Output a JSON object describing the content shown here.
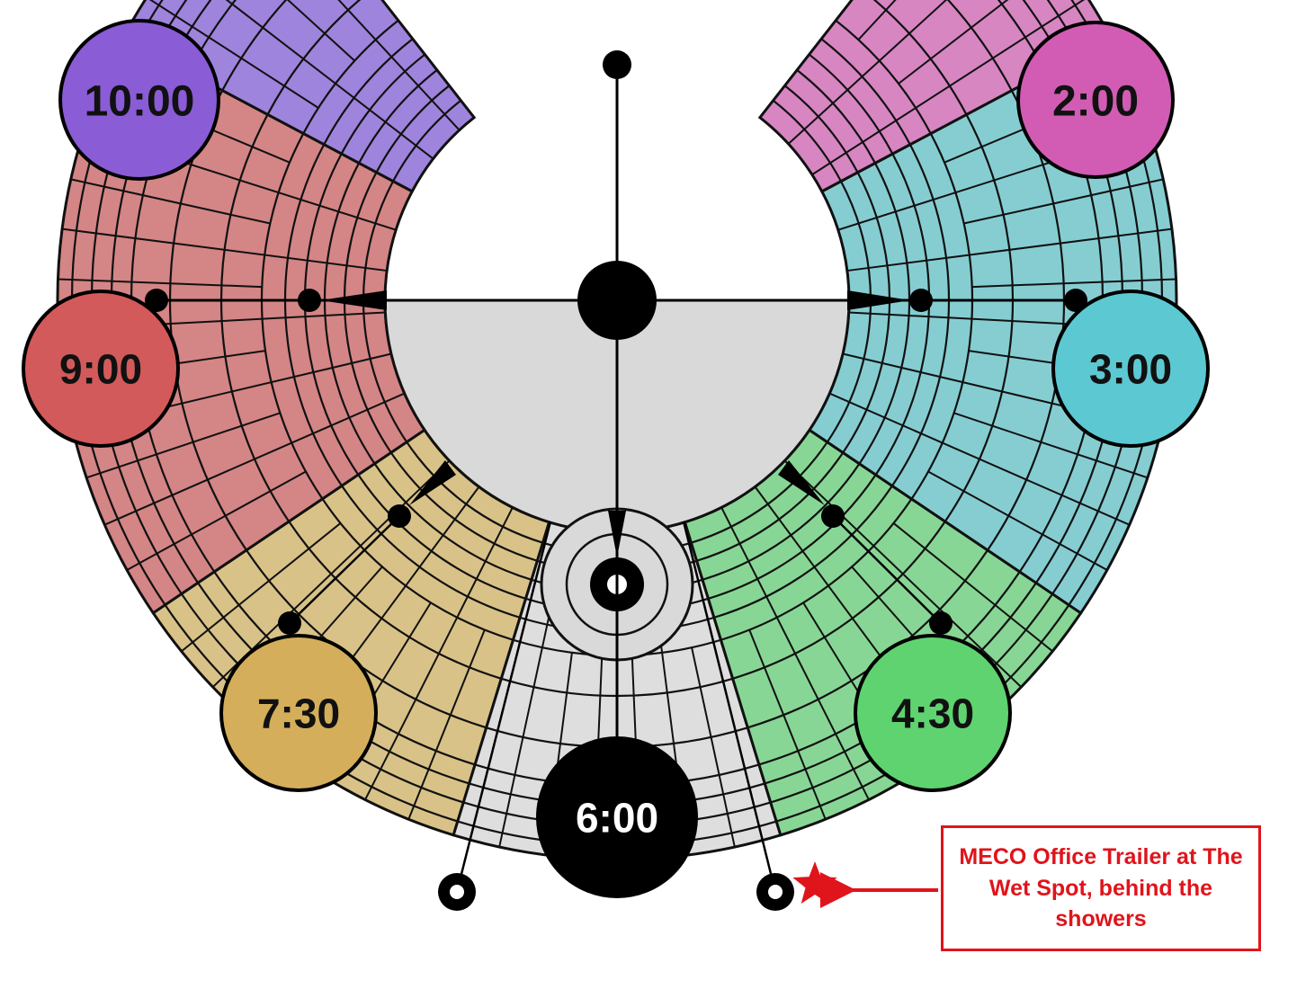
{
  "map": {
    "plaza_labels": [
      {
        "id": "10-00",
        "label": "10:00",
        "color": "#8a5cd6"
      },
      {
        "id": "9-00",
        "label": "9:00",
        "color": "#d35a5a"
      },
      {
        "id": "7-30",
        "label": "7:30",
        "color": "#d4ae5a"
      },
      {
        "id": "6-00",
        "label": "6:00",
        "color": "#000000"
      },
      {
        "id": "4-30",
        "label": "4:30",
        "color": "#5fd370"
      },
      {
        "id": "3-00",
        "label": "3:00",
        "color": "#5cc8d2"
      },
      {
        "id": "2-00",
        "label": "2:00",
        "color": "#d25cb4"
      }
    ],
    "sector_colors": {
      "ten": "#9e84dc",
      "nine": "#d48585",
      "seven_thirty": "#d8c288",
      "six": "#dedede",
      "four_thirty": "#88d695",
      "three": "#86cdd2",
      "two": "#d786c2",
      "center": "#d9d9d9"
    },
    "marker": {
      "icon": "star-icon",
      "color": "#e0141b",
      "text": "MECO Office Trailer at The Wet Spot, behind the showers"
    }
  }
}
